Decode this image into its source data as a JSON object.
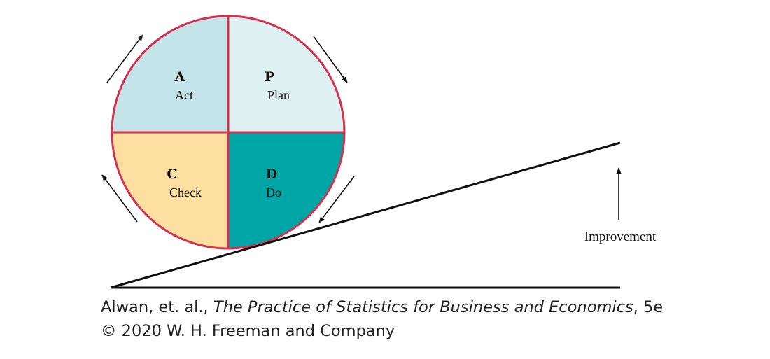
{
  "diagram": {
    "quadrants": {
      "act": {
        "letter": "A",
        "word": "Act",
        "color": "#c3e4e8"
      },
      "plan": {
        "letter": "P",
        "word": "Plan",
        "color": "#def0f2"
      },
      "check": {
        "letter": "C",
        "word": "Check",
        "color": "#fedfa2"
      },
      "do": {
        "letter": "D",
        "word": "Do",
        "color": "#00a6a6"
      }
    },
    "circle_stroke_color": "#d6304f",
    "improvement_label": "Improvement"
  },
  "credit": {
    "line1_prefix": "Alwan, et. al., ",
    "line1_title": "The Practice of Statistics for Business and Economics",
    "line1_suffix": ", 5e",
    "line2": "© 2020 W. H. Freeman and Company"
  }
}
